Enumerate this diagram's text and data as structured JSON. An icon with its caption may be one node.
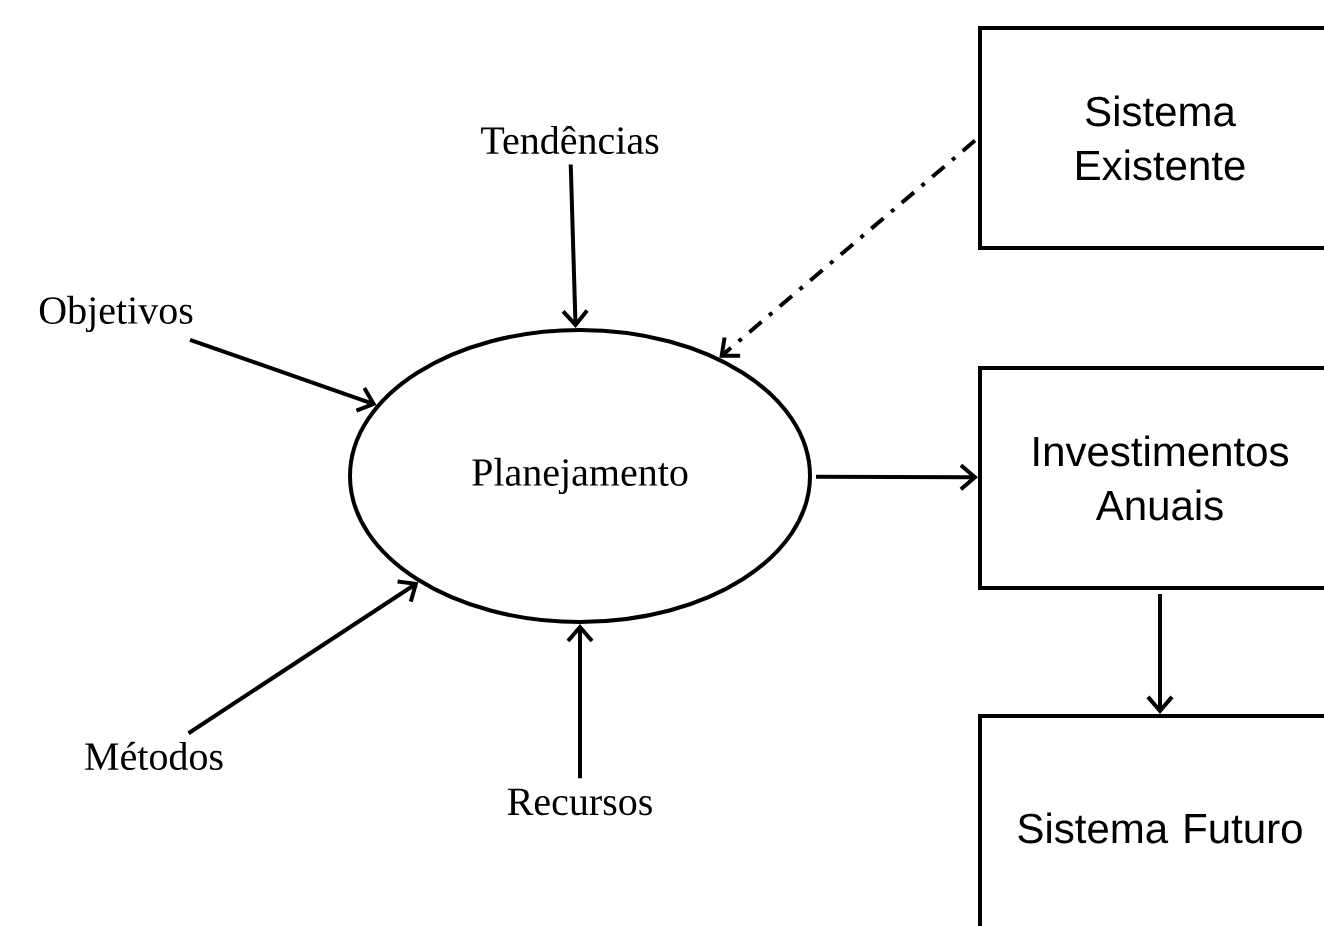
{
  "diagram": {
    "nodes": [
      {
        "text": [
          "Tendências"
        ]
      },
      {
        "text": [
          "Sistema Existente"
        ]
      },
      {
        "text": [
          "Objetivos"
        ]
      },
      {
        "text": [
          "Planejamento"
        ]
      },
      {
        "text": [
          "Investimentos Anuais"
        ]
      },
      {
        "text": [
          "Métodos"
        ]
      },
      {
        "text": [
          "Recursos"
        ]
      },
      {
        "text": [
          "Sistema Futuro"
        ]
      }
    ],
    "edges": [
      {
        "from": 0,
        "to": 3,
        "arrow": "to"
      },
      {
        "from": 1,
        "to": 3,
        "arrow": "to",
        "style": "dashed"
      },
      {
        "from": 2,
        "to": 3,
        "arrow": "to"
      },
      {
        "from": 5,
        "to": 3,
        "arrow": "to"
      },
      {
        "from": 6,
        "to": 3,
        "arrow": "to"
      },
      {
        "from": 3,
        "to": 4,
        "arrow": "to"
      },
      {
        "from": 4,
        "to": 7,
        "arrow": "to"
      }
    ]
  }
}
